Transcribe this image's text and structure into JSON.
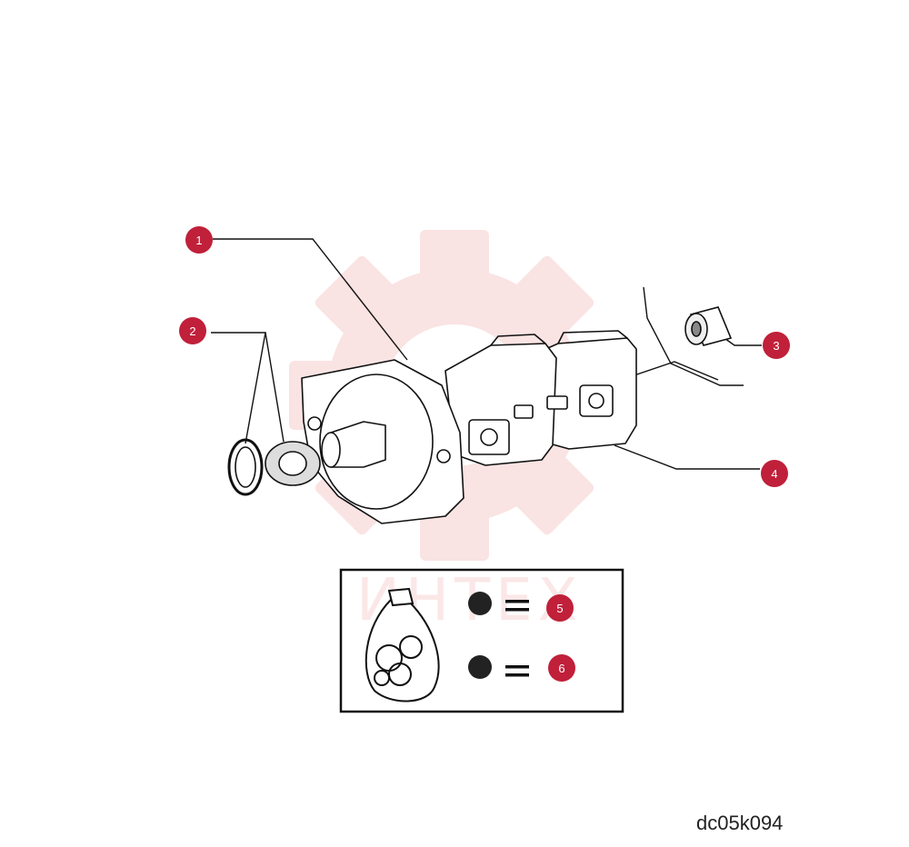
{
  "diagram": {
    "callouts": [
      {
        "id": "1",
        "part": "pump-flange-housing"
      },
      {
        "id": "2",
        "part": "snap-ring-and-seal"
      },
      {
        "id": "3",
        "part": "connector-sleeve"
      },
      {
        "id": "4",
        "part": "pump-rear-section"
      },
      {
        "id": "5",
        "part": "repair-kit-item"
      },
      {
        "id": "6",
        "part": "repair-kit-item"
      }
    ],
    "legend": {
      "bag_icon": "parts-bag-icon",
      "rows": [
        {
          "marker": "dot",
          "symbol": "=",
          "callout": "5"
        },
        {
          "marker": "dot",
          "symbol": "=",
          "callout": "6"
        }
      ]
    },
    "watermark": {
      "text": "ИНТЕХ",
      "icon": "gear-icon",
      "color": "#e65a5a"
    },
    "figure_code": "dc05k094",
    "colors": {
      "callout": "#c0203a",
      "line": "#111111"
    }
  }
}
